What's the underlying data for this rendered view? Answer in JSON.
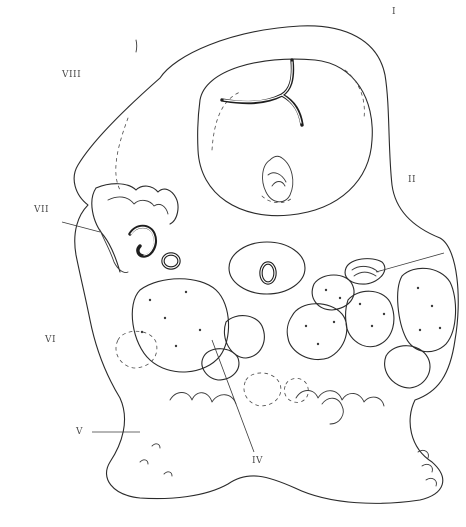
{
  "figure": {
    "labels": {
      "I": "I",
      "II": "II",
      "IV": "IV",
      "V": "V",
      "VI": "VI",
      "VII": "VII",
      "VIII": "VIII"
    }
  },
  "colors": {
    "background": "#ffffff",
    "line": "#2a2a2a"
  }
}
